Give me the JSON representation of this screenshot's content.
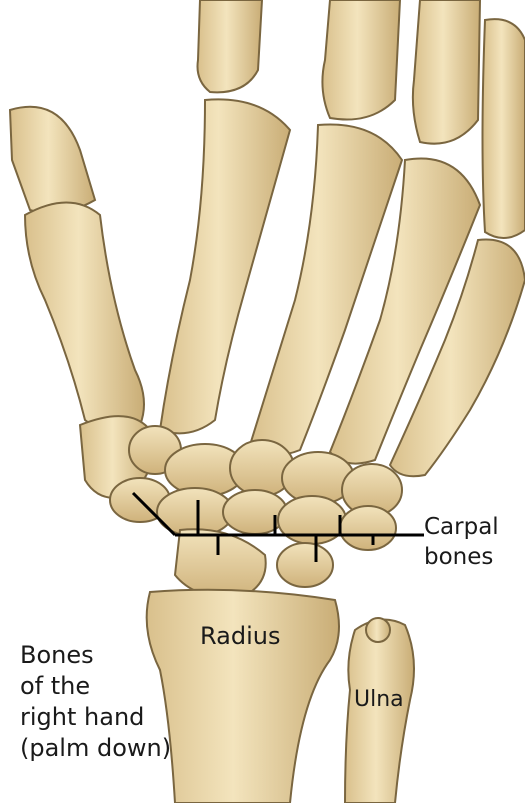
{
  "labels": {
    "carpal_bones": [
      "Carpal",
      "bones"
    ],
    "radius": "Radius",
    "ulna": "Ulna"
  },
  "caption": {
    "lines": [
      "Bones",
      "of the",
      "right hand",
      "(palm down)"
    ]
  },
  "colors": {
    "bone_fill": "#ecd9ad",
    "bone_shadow": "#c8ad77",
    "bone_outline": "#7a6640",
    "leader_line": "#000000",
    "background": "#ffffff"
  }
}
